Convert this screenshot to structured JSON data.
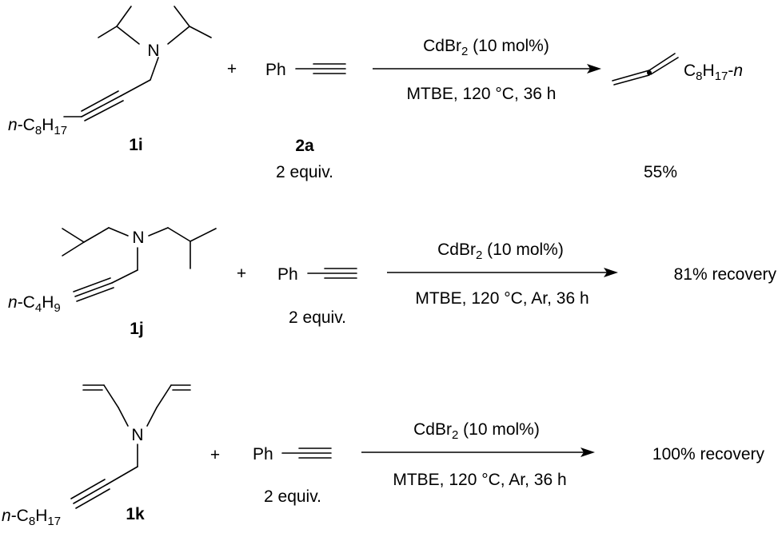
{
  "reactions": [
    {
      "substrate": {
        "label": "1i",
        "alkyl": {
          "prefix": "n",
          "main": "-C",
          "sub1": "8",
          "mid": "H",
          "sub2": "17"
        }
      },
      "plus": "+",
      "reagent": {
        "label": "2a",
        "name": "Ph",
        "equiv": "2 equiv."
      },
      "conditions": {
        "top": {
          "main": "CdBr",
          "sub": "2",
          "rest": " (10 mol%)"
        },
        "bottom": "MTBE, 120 °C, 36 h"
      },
      "product": {
        "group": {
          "main": "C",
          "sub1": "8",
          "mid": "H",
          "sub2": "17",
          "dash": "-",
          "suffix": "n"
        },
        "yield": "55%"
      }
    },
    {
      "substrate": {
        "label": "1j",
        "alkyl": {
          "prefix": "n",
          "main": "-C",
          "sub1": "4",
          "mid": "H",
          "sub2": "9"
        }
      },
      "plus": "+",
      "reagent": {
        "name": "Ph",
        "equiv": "2 equiv."
      },
      "conditions": {
        "top": {
          "main": "CdBr",
          "sub": "2",
          "rest": " (10 mol%)"
        },
        "bottom": "MTBE, 120 °C, Ar, 36 h"
      },
      "outcome": "81% recovery"
    },
    {
      "substrate": {
        "label": "1k",
        "alkyl": {
          "prefix": "n",
          "main": "-C",
          "sub1": "8",
          "mid": "H",
          "sub2": "17"
        }
      },
      "plus": "+",
      "reagent": {
        "name": "Ph",
        "equiv": "2 equiv."
      },
      "conditions": {
        "top": {
          "main": "CdBr",
          "sub": "2",
          "rest": " (10 mol%)"
        },
        "bottom": "MTBE, 120 °C, Ar, 36 h"
      },
      "outcome": "100% recovery"
    }
  ],
  "atoms": {
    "nitrogen": "N"
  }
}
